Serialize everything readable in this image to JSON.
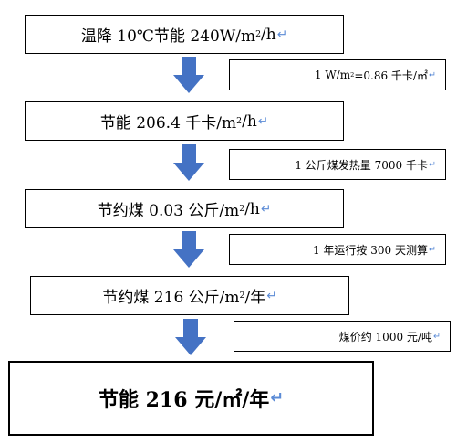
{
  "steps": [
    {
      "pre": "温降 10℃节能 240W/m",
      "sup": "2",
      "post": "/h"
    },
    {
      "pre": "节能 206.4 千卡/m",
      "sup": "2",
      "post": "/h"
    },
    {
      "pre": "节约煤 0.03 公斤/m",
      "sup": "2",
      "post": "/h"
    },
    {
      "pre": "节约煤 216 公斤/m",
      "sup": "2",
      "post": "/年"
    }
  ],
  "notes": [
    {
      "text1": "1 W/m",
      "sup": "2",
      "text2": " =0.86 千卡/㎡"
    },
    {
      "text": "1 公斤煤发热量 7000 千卡"
    },
    {
      "text": "1 年运行按 300 天测算"
    },
    {
      "text": "煤价约 1000 元/吨"
    }
  ],
  "result": {
    "text": "节能 216 元/㎡/年"
  },
  "return_mark": "↵",
  "colors": {
    "arrow": "#4472c4",
    "return_mark": "#5b8bd6"
  }
}
